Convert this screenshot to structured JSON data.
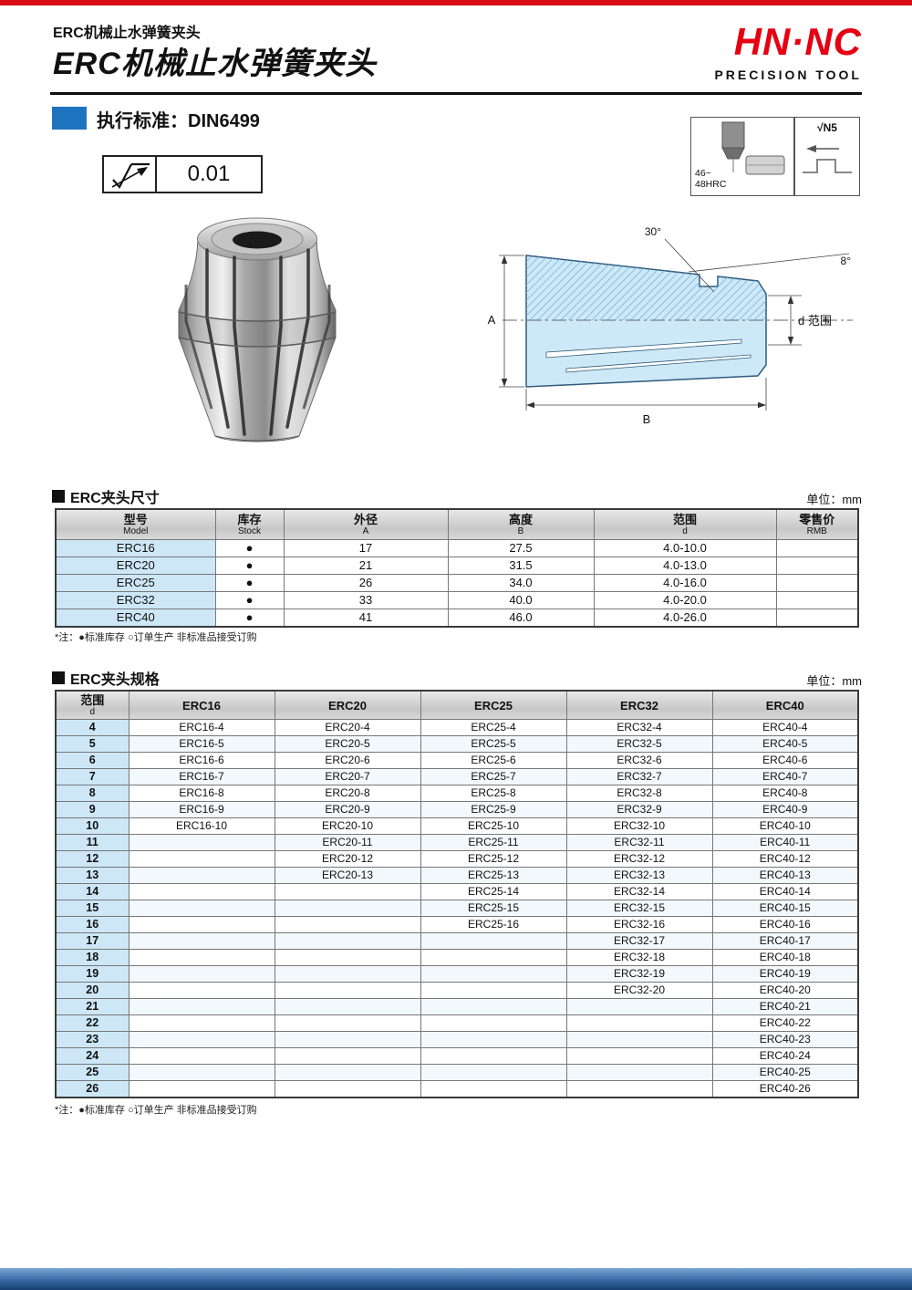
{
  "page": {
    "header": {
      "small_title": "ERC机械止水弹簧夹头",
      "big_title": "ERC机械止水弹簧夹头",
      "logo_line1": "HN·NC",
      "logo_line2": "PRECISION TOOL"
    },
    "standard": "执行标准：DIN6499",
    "finish_value": "0.01",
    "hardness_label": "46~\n48HRC",
    "roughness_grade": "√N5",
    "drawing": {
      "dim_a": "A",
      "dim_b": "B",
      "dim_d": "d 范围",
      "angle_top": "30°",
      "angle_right": "8°"
    },
    "section1": {
      "title": "ERC夹头尺寸",
      "unit": "单位：mm"
    },
    "table1": {
      "headers": [
        [
          "型号",
          "Model"
        ],
        [
          "库存",
          "Stock"
        ],
        [
          "外径",
          "A"
        ],
        [
          "高度",
          "B"
        ],
        [
          "范围",
          "d"
        ],
        [
          "零售价",
          "RMB"
        ]
      ],
      "rows": [
        [
          "ERC16",
          "●",
          "17",
          "27.5",
          "4.0-10.0",
          ""
        ],
        [
          "ERC20",
          "●",
          "21",
          "31.5",
          "4.0-13.0",
          ""
        ],
        [
          "ERC25",
          "●",
          "26",
          "34.0",
          "4.0-16.0",
          ""
        ],
        [
          "ERC32",
          "●",
          "33",
          "40.0",
          "4.0-20.0",
          ""
        ],
        [
          "ERC40",
          "●",
          "41",
          "46.0",
          "4.0-26.0",
          ""
        ]
      ]
    },
    "note": "*注：●标准库存  ○订单生产  非标准品接受订购",
    "section2": {
      "title": "ERC夹头规格",
      "unit": "单位：mm"
    },
    "table2": {
      "headers": [
        [
          "范围",
          "d"
        ],
        [
          "ERC16"
        ],
        [
          "ERC20"
        ],
        [
          "ERC25"
        ],
        [
          "ERC32"
        ],
        [
          "ERC40"
        ]
      ],
      "rows": [
        [
          "4",
          "ERC16-4",
          "ERC20-4",
          "ERC25-4",
          "ERC32-4",
          "ERC40-4"
        ],
        [
          "5",
          "ERC16-5",
          "ERC20-5",
          "ERC25-5",
          "ERC32-5",
          "ERC40-5"
        ],
        [
          "6",
          "ERC16-6",
          "ERC20-6",
          "ERC25-6",
          "ERC32-6",
          "ERC40-6"
        ],
        [
          "7",
          "ERC16-7",
          "ERC20-7",
          "ERC25-7",
          "ERC32-7",
          "ERC40-7"
        ],
        [
          "8",
          "ERC16-8",
          "ERC20-8",
          "ERC25-8",
          "ERC32-8",
          "ERC40-8"
        ],
        [
          "9",
          "ERC16-9",
          "ERC20-9",
          "ERC25-9",
          "ERC32-9",
          "ERC40-9"
        ],
        [
          "10",
          "ERC16-10",
          "ERC20-10",
          "ERC25-10",
          "ERC32-10",
          "ERC40-10"
        ],
        [
          "11",
          "",
          "ERC20-11",
          "ERC25-11",
          "ERC32-11",
          "ERC40-11"
        ],
        [
          "12",
          "",
          "ERC20-12",
          "ERC25-12",
          "ERC32-12",
          "ERC40-12"
        ],
        [
          "13",
          "",
          "ERC20-13",
          "ERC25-13",
          "ERC32-13",
          "ERC40-13"
        ],
        [
          "14",
          "",
          "",
          "ERC25-14",
          "ERC32-14",
          "ERC40-14"
        ],
        [
          "15",
          "",
          "",
          "ERC25-15",
          "ERC32-15",
          "ERC40-15"
        ],
        [
          "16",
          "",
          "",
          "ERC25-16",
          "ERC32-16",
          "ERC40-16"
        ],
        [
          "17",
          "",
          "",
          "",
          "ERC32-17",
          "ERC40-17"
        ],
        [
          "18",
          "",
          "",
          "",
          "ERC32-18",
          "ERC40-18"
        ],
        [
          "19",
          "",
          "",
          "",
          "ERC32-19",
          "ERC40-19"
        ],
        [
          "20",
          "",
          "",
          "",
          "ERC32-20",
          "ERC40-20"
        ],
        [
          "21",
          "",
          "",
          "",
          "",
          "ERC40-21"
        ],
        [
          "22",
          "",
          "",
          "",
          "",
          "ERC40-22"
        ],
        [
          "23",
          "",
          "",
          "",
          "",
          "ERC40-23"
        ],
        [
          "24",
          "",
          "",
          "",
          "",
          "ERC40-24"
        ],
        [
          "25",
          "",
          "",
          "",
          "",
          "ERC40-25"
        ],
        [
          "26",
          "",
          "",
          "",
          "",
          "ERC40-26"
        ]
      ]
    },
    "colors": {
      "accent_red": "#d60b16",
      "logo_red": "#e60012",
      "accent_blue": "#1e73be",
      "row_blue": "#cde7f7",
      "drawing_fill": "#cde9f8",
      "bottom_bar_dark": "#16406f"
    }
  }
}
